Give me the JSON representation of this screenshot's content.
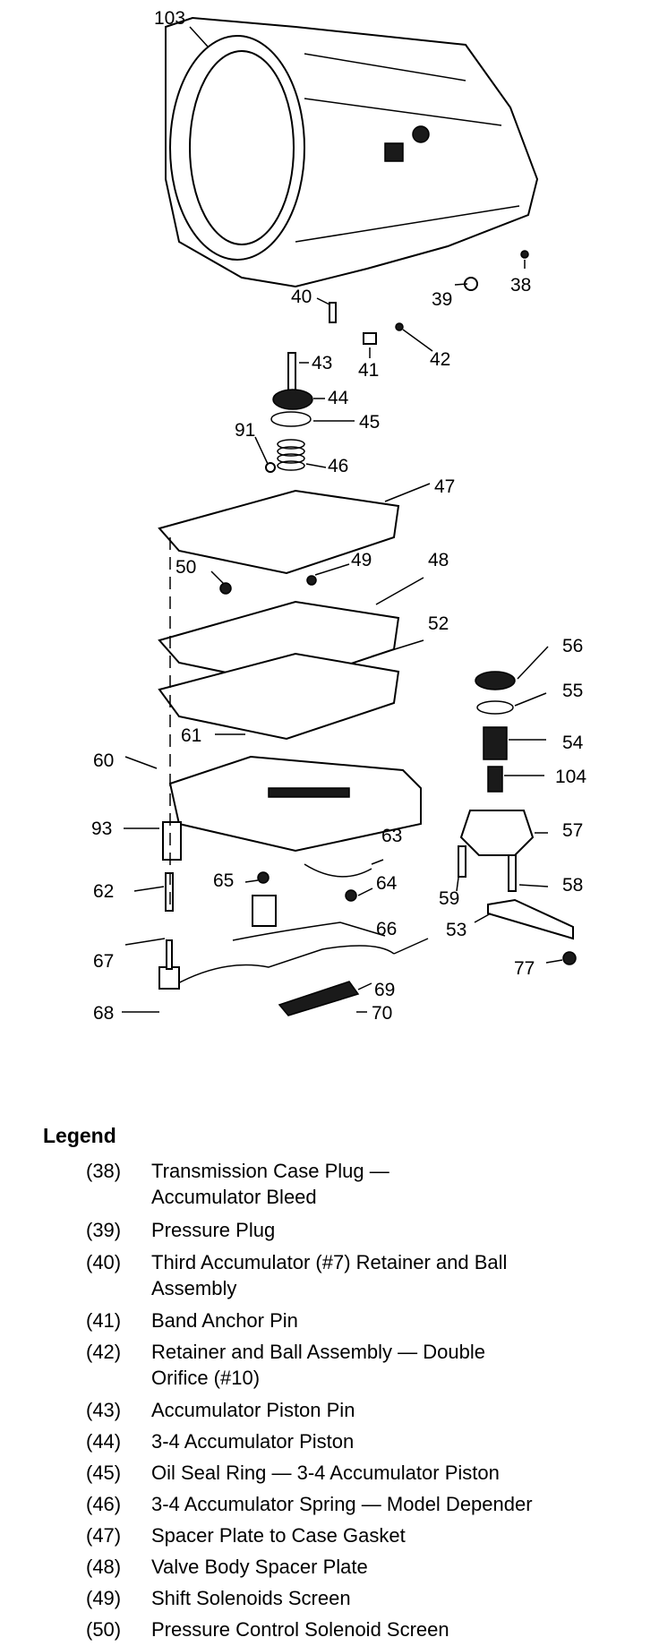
{
  "callouts": {
    "c103": "103",
    "c40": "40",
    "c39": "39",
    "c38": "38",
    "c41": "41",
    "c42": "42",
    "c43": "43",
    "c44": "44",
    "c45": "45",
    "c91": "91",
    "c46": "46",
    "c47": "47",
    "c50": "50",
    "c49": "49",
    "c48": "48",
    "c52": "52",
    "c56": "56",
    "c55": "55",
    "c54": "54",
    "c104": "104",
    "c61": "61",
    "c60": "60",
    "c93": "93",
    "c57": "57",
    "c63": "63",
    "c65": "65",
    "c64": "64",
    "c58": "58",
    "c59": "59",
    "c62": "62",
    "c66": "66",
    "c67": "67",
    "c53": "53",
    "c77": "77",
    "c69": "69",
    "c68": "68",
    "c70": "70"
  },
  "legend": {
    "title": "Legend",
    "items": [
      {
        "num": "(38)",
        "text": "Transmission Case Plug —\nAccumulator Bleed"
      },
      {
        "num": "(39)",
        "text": "Pressure Plug"
      },
      {
        "num": "(40)",
        "text": "Third Accumulator (#7) Retainer and Ball\nAssembly"
      },
      {
        "num": "(41)",
        "text": "Band Anchor Pin"
      },
      {
        "num": "(42)",
        "text": "Retainer and Ball Assembly — Double\nOrifice (#10)"
      },
      {
        "num": "(43)",
        "text": "Accumulator Piston Pin"
      },
      {
        "num": "(44)",
        "text": "3-4 Accumulator Piston"
      },
      {
        "num": "(45)",
        "text": "Oil Seal Ring — 3-4 Accumulator Piston"
      },
      {
        "num": "(46)",
        "text": "3-4 Accumulator Spring — Model Depender"
      },
      {
        "num": "(47)",
        "text": "Spacer Plate to Case Gasket"
      },
      {
        "num": "(48)",
        "text": "Valve Body Spacer Plate"
      },
      {
        "num": "(49)",
        "text": "Shift Solenoids Screen"
      },
      {
        "num": "(50)",
        "text": "Pressure Control Solenoid Screen"
      }
    ]
  }
}
